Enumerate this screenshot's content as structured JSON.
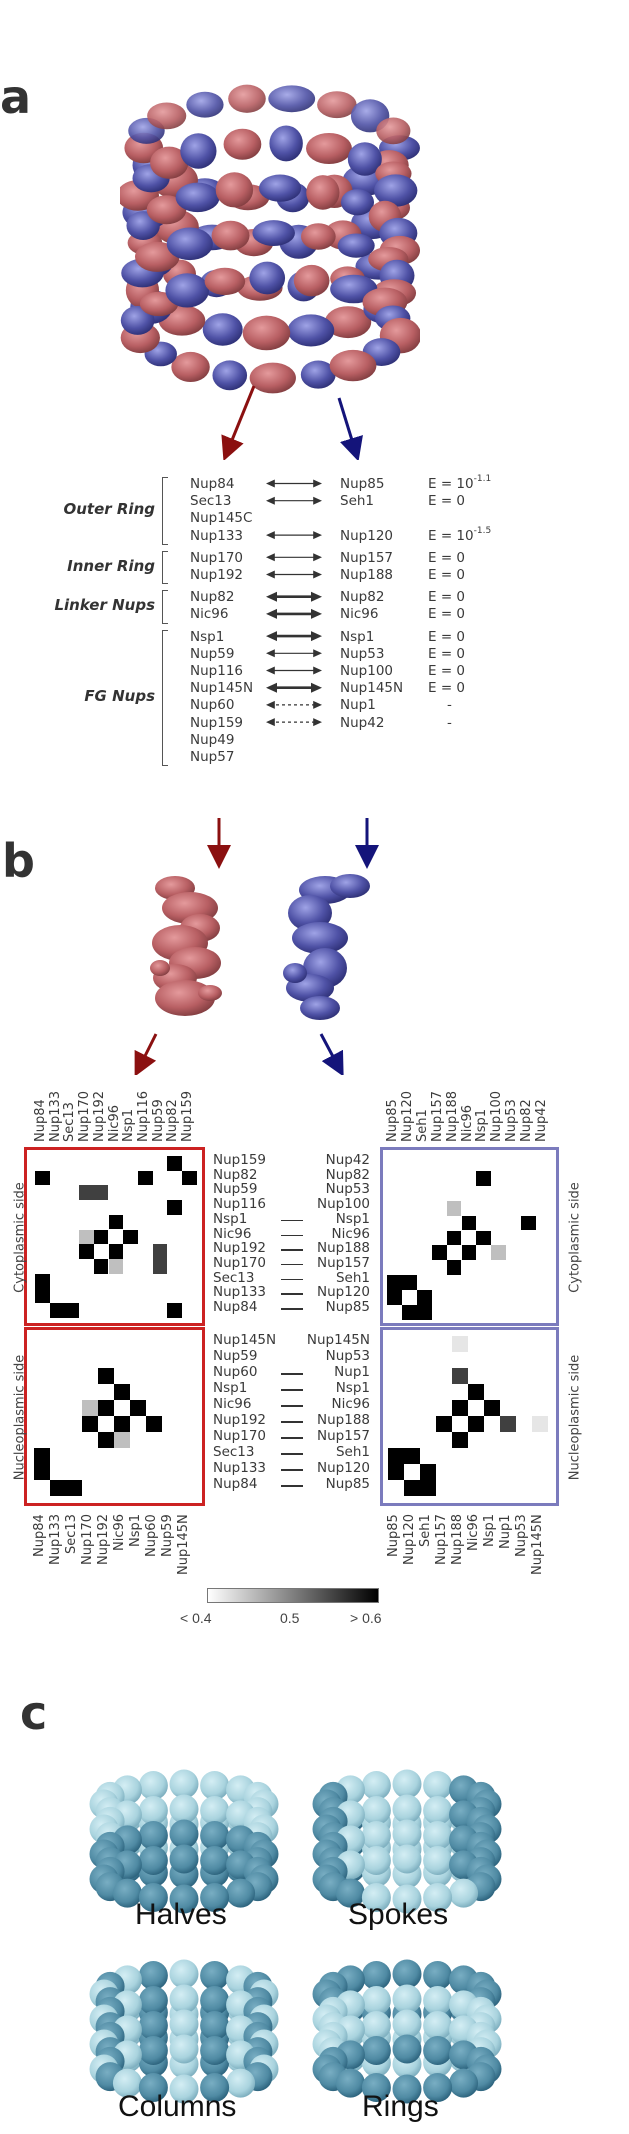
{
  "panels": {
    "a": "a",
    "b": "b",
    "c": "c"
  },
  "colors": {
    "red_structure": "#b85f63",
    "blue_structure": "#4f52a6",
    "arrow_red": "#8b1010",
    "arrow_blue": "#14147a",
    "matrix_red_border": "#cc2222",
    "matrix_blue_border": "#7b7bbd",
    "bead_light": "#a9d3de",
    "bead_dark": "#4f8aa3"
  },
  "pairing_table": {
    "groups": [
      {
        "name": "Outer Ring",
        "rows": [
          {
            "left": "Nup84",
            "arrow": "thin",
            "right": "Nup85",
            "e_base": "E = 10",
            "e_exp": "-1.1"
          },
          {
            "left": "Sec13",
            "arrow": "thin",
            "right": "Seh1",
            "e_base": "E = 0",
            "e_exp": ""
          },
          {
            "left": "Nup145C",
            "arrow": "none",
            "right": "",
            "e_base": "",
            "e_exp": ""
          },
          {
            "left": "Nup133",
            "arrow": "thin",
            "right": "Nup120",
            "e_base": "E = 10",
            "e_exp": "-1.5"
          }
        ]
      },
      {
        "name": "Inner Ring",
        "rows": [
          {
            "left": "Nup170",
            "arrow": "thin",
            "right": "Nup157",
            "e_base": "E = 0",
            "e_exp": ""
          },
          {
            "left": "Nup192",
            "arrow": "thin",
            "right": "Nup188",
            "e_base": "E = 0",
            "e_exp": ""
          }
        ]
      },
      {
        "name": "Linker Nups",
        "rows": [
          {
            "left": "Nup82",
            "arrow": "thick",
            "right": "Nup82",
            "e_base": "E = 0",
            "e_exp": ""
          },
          {
            "left": "Nic96",
            "arrow": "thick",
            "right": "Nic96",
            "e_base": "E = 0",
            "e_exp": ""
          }
        ]
      },
      {
        "name": "FG Nups",
        "rows": [
          {
            "left": "Nsp1",
            "arrow": "thick",
            "right": "Nsp1",
            "e_base": "E = 0",
            "e_exp": ""
          },
          {
            "left": "Nup59",
            "arrow": "thin",
            "right": "Nup53",
            "e_base": "E = 0",
            "e_exp": ""
          },
          {
            "left": "Nup116",
            "arrow": "thin",
            "right": "Nup100",
            "e_base": "E = 0",
            "e_exp": ""
          },
          {
            "left": "Nup145N",
            "arrow": "thick",
            "right": "Nup145N",
            "e_base": "E = 0",
            "e_exp": ""
          },
          {
            "left": "Nup60",
            "arrow": "dashed",
            "right": "Nup1",
            "e_base": "-",
            "e_exp": ""
          },
          {
            "left": "Nup159",
            "arrow": "dashed",
            "right": "Nup42",
            "e_base": "-",
            "e_exp": ""
          },
          {
            "left": "Nup49",
            "arrow": "none",
            "right": "",
            "e_base": "",
            "e_exp": ""
          },
          {
            "left": "Nup57",
            "arrow": "none",
            "right": "",
            "e_base": "",
            "e_exp": ""
          }
        ]
      }
    ]
  },
  "matrices": {
    "side_labels": {
      "cytoplasmic": "Cytoplasmic side",
      "nucleoplasmic": "Nucleoplasmic side"
    },
    "left_cyto": {
      "columns": [
        "Nup84",
        "Nup133",
        "Sec13",
        "Nup170",
        "Nup192",
        "Nic96",
        "Nsp1",
        "Nup116",
        "Nup59",
        "Nup82",
        "Nup159"
      ],
      "rows": [
        "Nup159",
        "Nup82",
        "Nup59",
        "Nup116",
        "Nsp1",
        "Nic96",
        "Nup192",
        "Nup170",
        "Sec13",
        "Nup133",
        "Nup84"
      ],
      "cells": [
        [
          0,
          9,
          0.65
        ],
        [
          1,
          0,
          0.65
        ],
        [
          1,
          7,
          0.65
        ],
        [
          1,
          10,
          0.65
        ],
        [
          2,
          3,
          0.55
        ],
        [
          2,
          4,
          0.55
        ],
        [
          3,
          9,
          0.65
        ],
        [
          4,
          5,
          0.65
        ],
        [
          5,
          3,
          0.45
        ],
        [
          5,
          4,
          0.65
        ],
        [
          5,
          6,
          0.65
        ],
        [
          6,
          3,
          0.65
        ],
        [
          6,
          5,
          0.65
        ],
        [
          6,
          8,
          0.55
        ],
        [
          7,
          4,
          0.65
        ],
        [
          7,
          5,
          0.45
        ],
        [
          7,
          8,
          0.55
        ],
        [
          8,
          0,
          0.65
        ],
        [
          9,
          0,
          0.6
        ],
        [
          10,
          1,
          0.6
        ],
        [
          10,
          2,
          0.65
        ],
        [
          10,
          9,
          0.65
        ]
      ]
    },
    "left_nucleo": {
      "columns": [
        "Nup84",
        "Nup133",
        "Sec13",
        "Nup170",
        "Nup192",
        "Nic96",
        "Nsp1",
        "Nup60",
        "Nup59",
        "Nup145N"
      ],
      "rows": [
        "Nup145N",
        "Nup59",
        "Nup60",
        "Nsp1",
        "Nic96",
        "Nup192",
        "Nup170",
        "Sec13",
        "Nup133",
        "Nup84"
      ],
      "cells": [
        [
          2,
          4,
          0.65
        ],
        [
          3,
          5,
          0.65
        ],
        [
          4,
          3,
          0.45
        ],
        [
          4,
          4,
          0.65
        ],
        [
          4,
          6,
          0.65
        ],
        [
          5,
          3,
          0.65
        ],
        [
          5,
          5,
          0.65
        ],
        [
          5,
          7,
          0.65
        ],
        [
          6,
          4,
          0.65
        ],
        [
          6,
          5,
          0.45
        ],
        [
          7,
          0,
          0.65
        ],
        [
          8,
          0,
          0.6
        ],
        [
          9,
          1,
          0.6
        ],
        [
          9,
          2,
          0.65
        ]
      ]
    },
    "right_cyto": {
      "columns": [
        "Nup85",
        "Nup120",
        "Seh1",
        "Nup157",
        "Nup188",
        "Nic96",
        "Nsp1",
        "Nup100",
        "Nup53",
        "Nup82",
        "Nup42"
      ],
      "rows": [
        "Nup42",
        "Nup82",
        "Nup53",
        "Nup100",
        "Nsp1",
        "Nic96",
        "Nup188",
        "Nup157",
        "Seh1",
        "Nup120",
        "Nup85"
      ],
      "cells": [
        [
          1,
          6,
          0.65
        ],
        [
          3,
          4,
          0.45
        ],
        [
          4,
          5,
          0.65
        ],
        [
          4,
          9,
          0.65
        ],
        [
          5,
          4,
          0.65
        ],
        [
          5,
          6,
          0.65
        ],
        [
          6,
          3,
          0.6
        ],
        [
          6,
          5,
          0.65
        ],
        [
          6,
          7,
          0.45
        ],
        [
          7,
          4,
          0.6
        ],
        [
          8,
          0,
          0.65
        ],
        [
          8,
          1,
          0.65
        ],
        [
          9,
          0,
          0.65
        ],
        [
          9,
          2,
          0.65
        ],
        [
          10,
          1,
          0.65
        ],
        [
          10,
          2,
          0.65
        ]
      ]
    },
    "right_nucleo": {
      "columns": [
        "Nup85",
        "Nup120",
        "Seh1",
        "Nup157",
        "Nup188",
        "Nic96",
        "Nsp1",
        "Nup1",
        "Nup53",
        "Nup145N"
      ],
      "rows": [
        "Nup145N",
        "Nup53",
        "Nup1",
        "Nsp1",
        "Nic96",
        "Nup188",
        "Nup157",
        "Seh1",
        "Nup120",
        "Nup85"
      ],
      "cells": [
        [
          0,
          4,
          0.42
        ],
        [
          2,
          4,
          0.55
        ],
        [
          3,
          5,
          0.65
        ],
        [
          4,
          4,
          0.65
        ],
        [
          4,
          6,
          0.65
        ],
        [
          5,
          3,
          0.6
        ],
        [
          5,
          5,
          0.65
        ],
        [
          5,
          7,
          0.55
        ],
        [
          5,
          9,
          0.42
        ],
        [
          6,
          4,
          0.6
        ],
        [
          7,
          0,
          0.65
        ],
        [
          7,
          1,
          0.65
        ],
        [
          8,
          0,
          0.65
        ],
        [
          8,
          2,
          0.65
        ],
        [
          9,
          1,
          0.65
        ],
        [
          9,
          2,
          0.65
        ]
      ]
    },
    "mid_labels_cyto": {
      "left": [
        "Nup159",
        "Nup82",
        "Nup59",
        "Nup116",
        "Nsp1",
        "Nic96",
        "Nup192",
        "Nup170",
        "Sec13",
        "Nup133",
        "Nup84"
      ],
      "right": [
        "Nup42",
        "Nup82",
        "Nup53",
        "Nup100",
        "Nsp1",
        "Nic96",
        "Nup188",
        "Nup157",
        "Seh1",
        "Nup120",
        "Nup85"
      ],
      "dash": [
        false,
        false,
        false,
        false,
        true,
        true,
        true,
        true,
        true,
        true,
        true
      ]
    },
    "mid_labels_nucleo": {
      "left": [
        "Nup145N",
        "Nup59",
        "Nup60",
        "Nsp1",
        "Nic96",
        "Nup192",
        "Nup170",
        "Sec13",
        "Nup133",
        "Nup84"
      ],
      "right": [
        "Nup145N",
        "Nup53",
        "Nup1",
        "Nsp1",
        "Nic96",
        "Nup188",
        "Nup157",
        "Seh1",
        "Nup120",
        "Nup85"
      ],
      "dash": [
        false,
        false,
        true,
        true,
        true,
        true,
        true,
        true,
        true,
        true
      ]
    },
    "colorbar": {
      "min_label": "< 0.4",
      "mid_label": "0.5",
      "max_label": "> 0.6",
      "min": 0.4,
      "max": 0.6
    }
  },
  "panel_c": {
    "captions": [
      "Halves",
      "Spokes",
      "Columns",
      "Rings"
    ]
  }
}
